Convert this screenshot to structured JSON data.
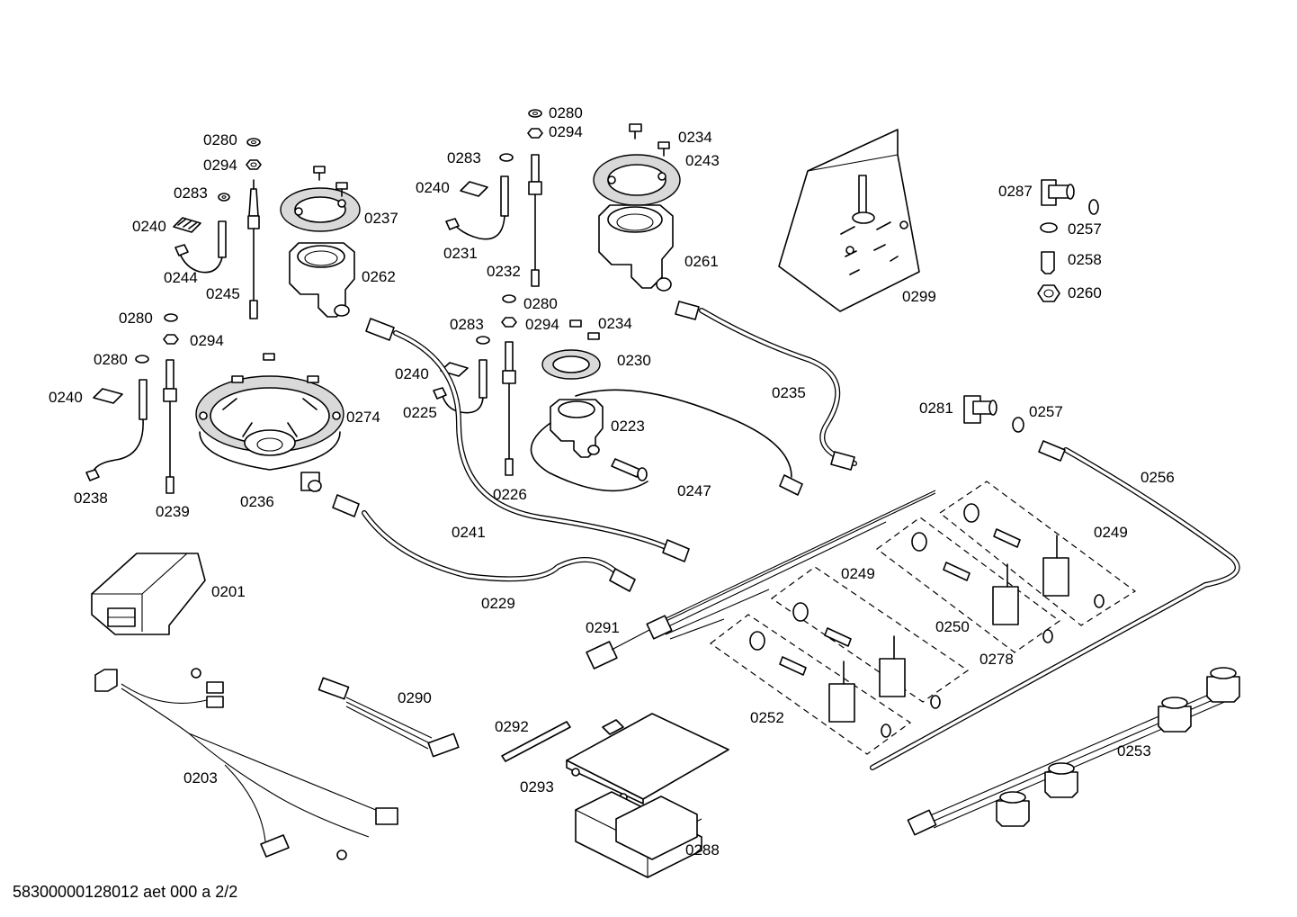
{
  "labels": {
    "l0280a": "0280",
    "l0294a": "0294",
    "l0283a": "0283",
    "l0240a": "0240",
    "l0244": "0244",
    "l0245": "0245",
    "l0237": "0237",
    "l0262": "0262",
    "l0280b": "0280",
    "l0294b": "0294",
    "l0283b": "0283",
    "l0240b": "0240",
    "l0231": "0231",
    "l0232": "0232",
    "l0234a": "0234",
    "l0243": "0243",
    "l0261": "0261",
    "l0299": "0299",
    "l0287": "0287",
    "l0257a": "0257",
    "l0258": "0258",
    "l0260": "0260",
    "l0280c": "0280",
    "l0294c": "0294",
    "l0280d": "0280",
    "l0240c": "0240",
    "l0238": "0238",
    "l0239": "0239",
    "l0274": "0274",
    "l0236": "0236",
    "l0280e": "0280",
    "l0283c": "0283",
    "l0294d": "0294",
    "l0234b": "0234",
    "l0230": "0230",
    "l0240d": "0240",
    "l0225": "0225",
    "l0223": "0223",
    "l0226": "0226",
    "l0247": "0247",
    "l0235": "0235",
    "l0281": "0281",
    "l0257b": "0257",
    "l0256": "0256",
    "l0249a": "0249",
    "l0249b": "0249",
    "l0250": "0250",
    "l0278": "0278",
    "l0252": "0252",
    "l0253": "0253",
    "l0241": "0241",
    "l0229": "0229",
    "l0201": "0201",
    "l0291": "0291",
    "l0290": "0290",
    "l0292": "0292",
    "l0293": "0293",
    "l0203": "0203",
    "l0288": "0288"
  },
  "footer": {
    "drawing_id": "58300000128012 aet 000 a 2/2"
  }
}
